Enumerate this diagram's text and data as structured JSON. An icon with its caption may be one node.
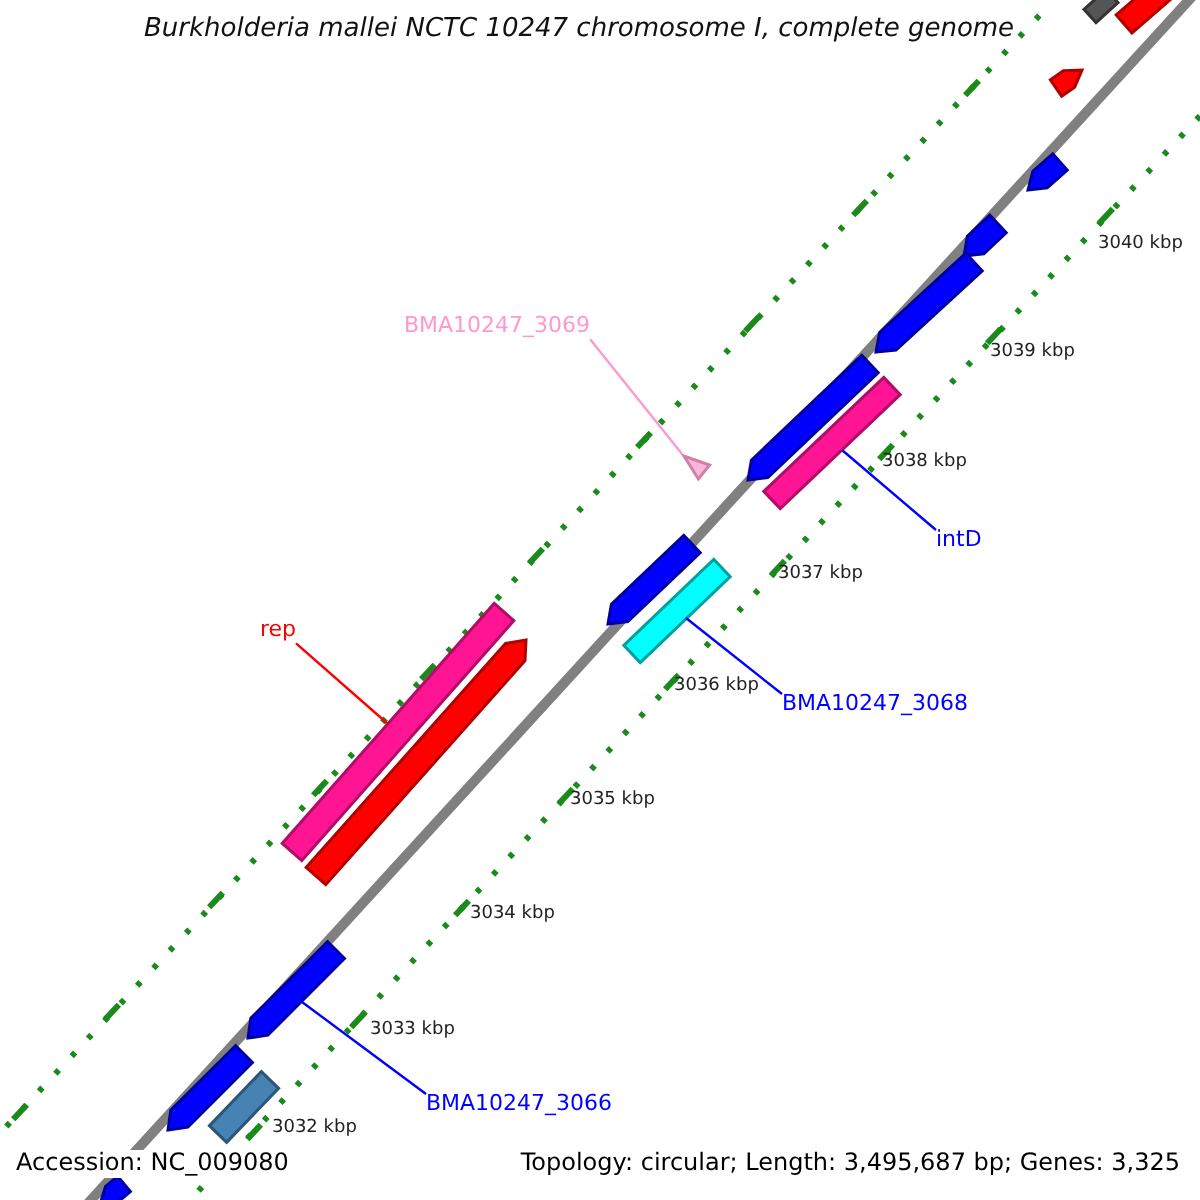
{
  "diagram": {
    "title": "Burkholderia mallei NCTC 10247 chromosome I, complete genome",
    "nodes": [
      {
        "text": [],
        "shape": "bar"
      },
      {
        "text": [],
        "shape": "bar"
      },
      {
        "text": [],
        "shape": "bar"
      },
      {
        "text": [],
        "shape": "bar"
      },
      {
        "text": [],
        "shape": "bar"
      },
      {
        "text": [],
        "shape": "bar"
      },
      {
        "text": [
          "BMA10247_3069"
        ]
      },
      {
        "text": [],
        "shape": "triangle"
      },
      {
        "text": [],
        "shape": "bar"
      },
      {
        "text": [],
        "shape": "bar"
      },
      {
        "text": [
          "intD"
        ]
      },
      {
        "text": [],
        "shape": "bar"
      },
      {
        "text": [],
        "shape": "bar"
      },
      {
        "text": [
          "rep"
        ]
      },
      {
        "text": [],
        "shape": "bar"
      },
      {
        "text": [],
        "shape": "bar"
      },
      {
        "text": [
          "BMA10247_3068"
        ]
      },
      {
        "text": [],
        "shape": "bar"
      },
      {
        "text": [
          "BMA10247_3066"
        ]
      },
      {
        "text": [],
        "shape": "bar"
      },
      {
        "text": [],
        "shape": "bar"
      },
      {
        "text": [],
        "shape": "bar"
      }
    ],
    "edges": [
      {
        "from": 6,
        "to": 7,
        "arrow": "none",
        "color": "#ff99cc"
      },
      {
        "from": 10,
        "to": 9,
        "arrow": "none"
      },
      {
        "from": 13,
        "to": 14,
        "arrow": "none",
        "color": "#ff0000"
      },
      {
        "from": 16,
        "to": 12,
        "arrow": "none"
      },
      {
        "from": 18,
        "to": 17,
        "arrow": "none"
      }
    ],
    "labels": [
      "3040 kbp",
      "3039 kbp",
      "3038 kbp",
      "3037 kbp",
      "3036 kbp",
      "3035 kbp",
      "3034 kbp",
      "3033 kbp",
      "3032 kbp",
      "Accession: NC_009080",
      "Topology: circular; Length: 3,495,687 bp; Genes: 3,325"
    ]
  }
}
